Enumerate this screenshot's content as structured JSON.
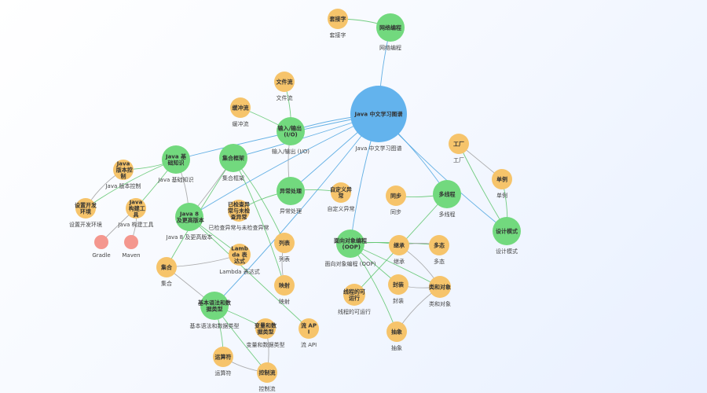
{
  "graph": {
    "colors": {
      "root": "#63b3ed",
      "topic": "#72d97e",
      "concept": "#f6c46b",
      "leaf": "#f4978e",
      "edge_blue": "#4aa3df",
      "edge_green": "#5cc46b",
      "edge_gray": "#a0a0a0"
    },
    "nodes": [
      {
        "id": "root",
        "label": "Java 中文学习图谱",
        "caption": "Java 中文学习图谱",
        "kind": "root"
      },
      {
        "id": "net",
        "label": "网络编程",
        "caption": "网络编程",
        "kind": "topic"
      },
      {
        "id": "socket",
        "label": "套接字",
        "caption": "套接字",
        "kind": "concept"
      },
      {
        "id": "io",
        "label": "输入/输出 (I/O)",
        "caption": "输入/输出 (I/O)",
        "kind": "topic"
      },
      {
        "id": "file",
        "label": "文件流",
        "caption": "文件流",
        "kind": "concept"
      },
      {
        "id": "buffer",
        "label": "缓冲流",
        "caption": "缓冲流",
        "kind": "concept"
      },
      {
        "id": "basics",
        "label": "Java 基础知识",
        "caption": "Java 基础知识",
        "kind": "topic"
      },
      {
        "id": "collections",
        "label": "集合框架",
        "caption": "集合框架",
        "kind": "topic"
      },
      {
        "id": "exception",
        "label": "异常处理",
        "caption": "异常处理",
        "kind": "topic"
      },
      {
        "id": "custom_ex",
        "label": "自定义异常",
        "caption": "自定义异常",
        "kind": "concept"
      },
      {
        "id": "checked_ex",
        "label": "已检查异常与未检查异常",
        "caption": "已检查异常与未检查异常",
        "kind": "concept"
      },
      {
        "id": "vcs",
        "label": "Java 版本控制",
        "caption": "Java 版本控制",
        "kind": "concept"
      },
      {
        "id": "env",
        "label": "设置开发环境",
        "caption": "设置开发环境",
        "kind": "concept"
      },
      {
        "id": "build",
        "label": "Java 构建工具",
        "caption": "Java 构建工具",
        "kind": "concept"
      },
      {
        "id": "gradle",
        "label": "",
        "caption": "Gradle",
        "kind": "leaf"
      },
      {
        "id": "maven",
        "label": "",
        "caption": "Maven",
        "kind": "leaf"
      },
      {
        "id": "java8",
        "label": "Java 8 及更高版本",
        "caption": "Java 8 及更高版本",
        "kind": "topic"
      },
      {
        "id": "lambda",
        "label": "Lambda 表达式",
        "caption": "Lambda 表达式",
        "kind": "concept"
      },
      {
        "id": "list",
        "label": "列表",
        "caption": "列表",
        "kind": "concept"
      },
      {
        "id": "set",
        "label": "集合",
        "caption": "集合",
        "kind": "concept"
      },
      {
        "id": "map",
        "label": "映射",
        "caption": "映射",
        "kind": "concept"
      },
      {
        "id": "stream",
        "label": "流 API",
        "caption": "流 API",
        "kind": "concept"
      },
      {
        "id": "syntax",
        "label": "基本语法和数据类型",
        "caption": "基本语法和数据类型",
        "kind": "topic"
      },
      {
        "id": "vars",
        "label": "变量和数据类型",
        "caption": "变量和数据类型",
        "kind": "concept"
      },
      {
        "id": "ops",
        "label": "运算符",
        "caption": "运算符",
        "kind": "concept"
      },
      {
        "id": "control",
        "label": "控制流",
        "caption": "控制流",
        "kind": "concept"
      },
      {
        "id": "oop",
        "label": "面向对象编程 (OOP)",
        "caption": "面向对象编程 (OOP)",
        "kind": "topic"
      },
      {
        "id": "threadsafe",
        "label": "线程的可运行",
        "caption": "线程的可运行",
        "kind": "concept"
      },
      {
        "id": "sync",
        "label": "同步",
        "caption": "同步",
        "kind": "concept"
      },
      {
        "id": "inherit",
        "label": "继承",
        "caption": "继承",
        "kind": "concept"
      },
      {
        "id": "poly",
        "label": "多态",
        "caption": "多态",
        "kind": "concept"
      },
      {
        "id": "encap",
        "label": "封装",
        "caption": "封装",
        "kind": "concept"
      },
      {
        "id": "classobj",
        "label": "类和对象",
        "caption": "类和对象",
        "kind": "concept"
      },
      {
        "id": "abstract",
        "label": "抽象",
        "caption": "抽象",
        "kind": "concept"
      },
      {
        "id": "thread",
        "label": "多线程",
        "caption": "多线程",
        "kind": "topic"
      },
      {
        "id": "design",
        "label": "设计模式",
        "caption": "设计模式",
        "kind": "topic"
      },
      {
        "id": "factory",
        "label": "工厂",
        "caption": "工厂",
        "kind": "concept"
      },
      {
        "id": "singleton",
        "label": "单例",
        "caption": "单例",
        "kind": "concept"
      }
    ],
    "edges": [
      [
        "root",
        "net",
        "blue"
      ],
      [
        "net",
        "socket",
        "green"
      ],
      [
        "root",
        "io",
        "blue"
      ],
      [
        "io",
        "file",
        "green"
      ],
      [
        "io",
        "buffer",
        "green"
      ],
      [
        "root",
        "basics",
        "blue"
      ],
      [
        "root",
        "collections",
        "blue"
      ],
      [
        "root",
        "exception",
        "blue"
      ],
      [
        "root",
        "java8",
        "blue"
      ],
      [
        "root",
        "syntax",
        "blue"
      ],
      [
        "root",
        "oop",
        "blue"
      ],
      [
        "root",
        "thread",
        "blue"
      ],
      [
        "root",
        "design",
        "blue"
      ],
      [
        "exception",
        "custom_ex",
        "green"
      ],
      [
        "exception",
        "checked_ex",
        "green"
      ],
      [
        "basics",
        "vcs",
        "green"
      ],
      [
        "basics",
        "env",
        "green"
      ],
      [
        "basics",
        "build",
        "green"
      ],
      [
        "build",
        "gradle",
        "gray"
      ],
      [
        "build",
        "maven",
        "gray"
      ],
      [
        "vcs",
        "env",
        "gray"
      ],
      [
        "java8",
        "lambda",
        "green"
      ],
      [
        "java8",
        "stream",
        "green"
      ],
      [
        "collections",
        "list",
        "green"
      ],
      [
        "collections",
        "set",
        "green"
      ],
      [
        "collections",
        "map",
        "green"
      ],
      [
        "syntax",
        "vars",
        "green"
      ],
      [
        "syntax",
        "ops",
        "green"
      ],
      [
        "syntax",
        "control",
        "green"
      ],
      [
        "vars",
        "control",
        "gray"
      ],
      [
        "ops",
        "control",
        "gray"
      ],
      [
        "oop",
        "inherit",
        "green"
      ],
      [
        "oop",
        "poly",
        "green"
      ],
      [
        "oop",
        "encap",
        "green"
      ],
      [
        "oop",
        "classobj",
        "green"
      ],
      [
        "oop",
        "abstract",
        "green"
      ],
      [
        "thread",
        "sync",
        "green"
      ],
      [
        "thread",
        "threadsafe",
        "green"
      ],
      [
        "design",
        "factory",
        "green"
      ],
      [
        "design",
        "singleton",
        "green"
      ],
      [
        "factory",
        "singleton",
        "gray"
      ],
      [
        "inherit",
        "poly",
        "gray"
      ],
      [
        "encap",
        "classobj",
        "gray"
      ],
      [
        "inherit",
        "classobj",
        "gray"
      ],
      [
        "abstract",
        "classobj",
        "gray"
      ],
      [
        "set",
        "lambda",
        "gray"
      ],
      [
        "list",
        "map",
        "gray"
      ],
      [
        "basics",
        "java8",
        "gray"
      ],
      [
        "io",
        "exception",
        "gray"
      ],
      [
        "collections",
        "java8",
        "gray"
      ],
      [
        "syntax",
        "set",
        "gray"
      ]
    ]
  }
}
